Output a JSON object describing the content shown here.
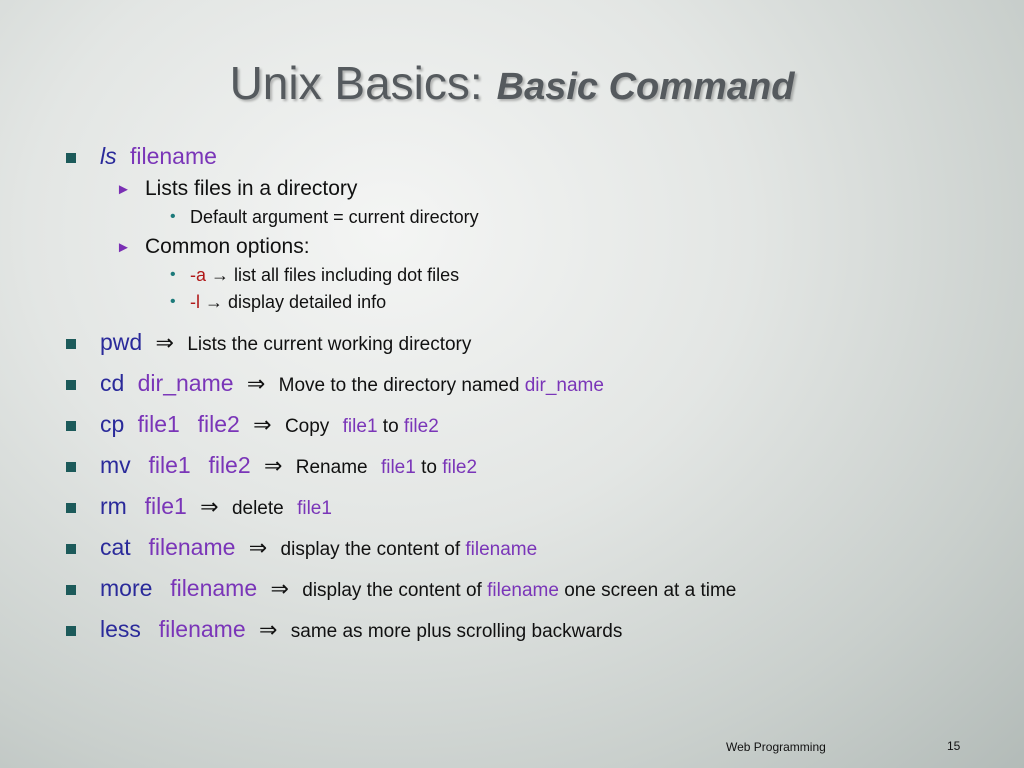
{
  "slide": {
    "title": "Unix Basics:",
    "title_sub": "Basic Command",
    "footer": "Web Programming",
    "page_number": "15"
  },
  "ls": {
    "cmd": "ls",
    "arg": "filename",
    "sub1": "Lists files in a directory",
    "sub1_detail": "Default argument = current directory",
    "sub2": "Common options:",
    "opt_a_flag": "-a",
    "opt_a_desc": " list all files including dot files",
    "opt_l_flag": "-l",
    "opt_l_desc": " display detailed info"
  },
  "arrow": "⇒",
  "small_arrow": "→",
  "commands": {
    "pwd": {
      "cmd": "pwd",
      "desc": "Lists the current working directory"
    },
    "cd": {
      "cmd": "cd",
      "arg1": "dir_name",
      "desc": "Move to the directory named ",
      "darg1": "dir_name"
    },
    "cp": {
      "cmd": "cp",
      "arg1": "file1",
      "arg2": "file2",
      "desc": "Copy",
      "darg1": "file1",
      "mid": " to ",
      "darg2": "file2"
    },
    "mv": {
      "cmd": "mv",
      "arg1": "file1",
      "arg2": "file2",
      "desc": "Rename",
      "darg1": "file1",
      "mid": " to ",
      "darg2": "file2"
    },
    "rm": {
      "cmd": "rm",
      "arg1": "file1",
      "desc": "delete",
      "darg1": "file1"
    },
    "cat": {
      "cmd": "cat",
      "arg1": "filename",
      "desc": "display the content of ",
      "darg1": "filename"
    },
    "more": {
      "cmd": "more",
      "arg1": "filename",
      "desc": "display the content of ",
      "darg1": "filename",
      "tail": " one screen at a time"
    },
    "less": {
      "cmd": "less",
      "arg1": "filename",
      "desc": "same as more plus scrolling backwards"
    }
  },
  "colors": {
    "command": "#2a2a9a",
    "argument": "#7a35b8",
    "option": "#b01818",
    "bullet": "#1c5a5a"
  },
  "icons": {
    "level1_bullet": "square-bullet-icon",
    "level2_bullet": "triangle-bullet-icon",
    "level3_bullet": "dot-bullet-icon",
    "implies": "double-arrow-icon"
  }
}
